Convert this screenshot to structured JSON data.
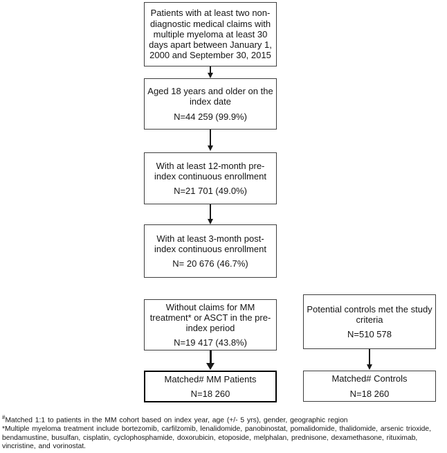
{
  "figure": {
    "background": "#ffffff",
    "box_border_color": "#3e3e3e",
    "bold_border_color": "#000000",
    "text_color": "#151515"
  },
  "boxes": [
    {
      "label": "Patients with at least two non-diagnostic medical claims with multiple myeloma at least 30 days apart between January 1, 2000 and September 30, 2015"
    },
    {
      "label": "Aged 18 years and older on the index date",
      "n": "N=44 259 (99.9%)"
    },
    {
      "label": "With at least 12-month pre-index continuous enrollment",
      "n": "N=21 701 (49.0%)"
    },
    {
      "label": "With at least 3-month post-index continuous enrollment",
      "n": "N= 20 676 (46.7%)"
    },
    {
      "label": "Without claims for MM treatment* or ASCT in the pre-index period",
      "n": "N=19 417 (43.8%)"
    },
    {
      "label": "Matched# MM Patients",
      "n": "N=18 260"
    },
    {
      "label": "Potential controls met the study criteria",
      "n": "N=510 578"
    },
    {
      "label": "Matched# Controls",
      "n": "N=18 260"
    }
  ],
  "footnotes": [
    {
      "marker": "#",
      "text": "Matched 1:1 to patients in the MM cohort based on index year, age (+/- 5 yrs), gender, geographic region"
    },
    {
      "marker": "*",
      "text": "Multiple myeloma treatment include bortezomib, carfilzomib, lenalidomide, panobinostat, pomalidomide, thalidomide, arsenic trioxide, bendamustine, busulfan, cisplatin, cyclophosphamide, doxorubicin, etoposide, melphalan, prednisone, dexamethasone, rituximab, vincristine, and vorinostat."
    }
  ]
}
